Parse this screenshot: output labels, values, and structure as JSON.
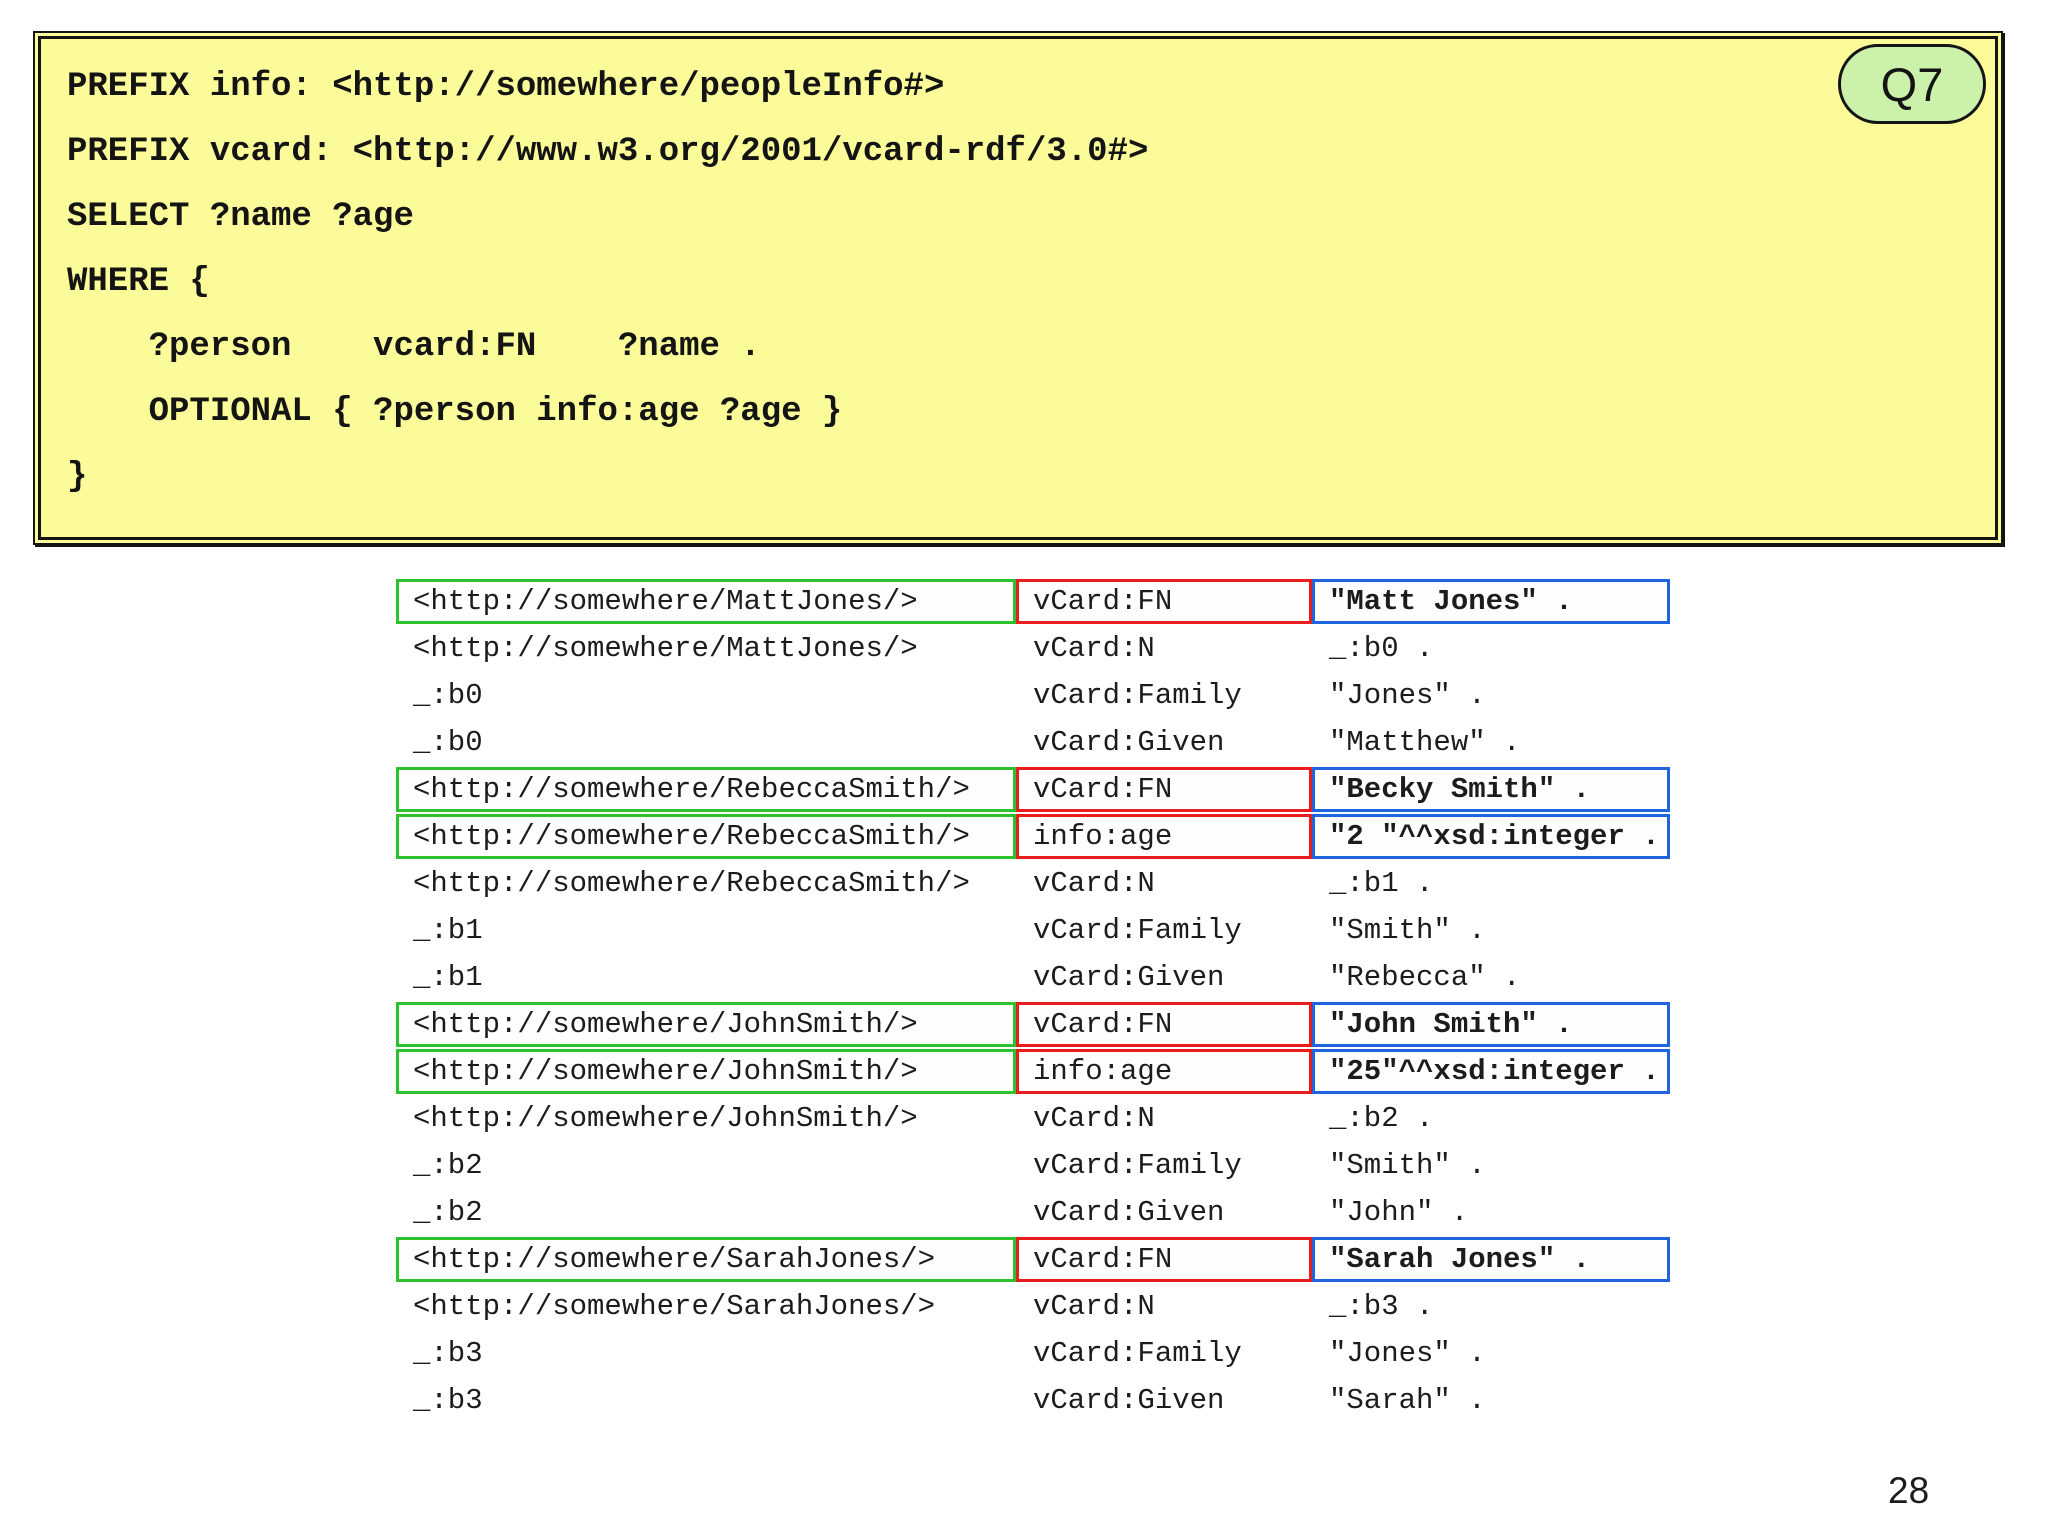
{
  "colors": {
    "box_fill": "#FBFB99",
    "badge_fill": "#CCF1AA",
    "subject_border": "#2DC22D",
    "predicate_border": "#E81E1E",
    "object_border": "#1E64DC"
  },
  "badge": {
    "label": "Q7"
  },
  "query": {
    "lines": [
      "PREFIX info: <http://somewhere/peopleInfo#>",
      "PREFIX vcard: <http://www.w3.org/2001/vcard-rdf/3.0#>",
      "SELECT ?name ?age",
      "WHERE {",
      "    ?person    vcard:FN    ?name .",
      "    OPTIONAL { ?person info:age ?age }",
      "}"
    ]
  },
  "table": {
    "rows": [
      {
        "subject": "<http://somewhere/MattJones/>",
        "predicate": "vCard:FN",
        "object": "\"Matt Jones\" .",
        "highlighted": true
      },
      {
        "subject": "<http://somewhere/MattJones/>",
        "predicate": "vCard:N",
        "object": "_:b0 .",
        "highlighted": false
      },
      {
        "subject": "_:b0",
        "predicate": "vCard:Family",
        "object": "\"Jones\" .",
        "highlighted": false
      },
      {
        "subject": "_:b0",
        "predicate": "vCard:Given",
        "object": "\"Matthew\" .",
        "highlighted": false
      },
      {
        "subject": "<http://somewhere/RebeccaSmith/>",
        "predicate": "vCard:FN",
        "object": "\"Becky Smith\" .",
        "highlighted": true
      },
      {
        "subject": "<http://somewhere/RebeccaSmith/>",
        "predicate": "info:age",
        "object": "\"2 \"^^xsd:integer .",
        "highlighted": true
      },
      {
        "subject": "<http://somewhere/RebeccaSmith/>",
        "predicate": "vCard:N",
        "object": "_:b1 .",
        "highlighted": false
      },
      {
        "subject": "_:b1",
        "predicate": "vCard:Family",
        "object": "\"Smith\" .",
        "highlighted": false
      },
      {
        "subject": "_:b1",
        "predicate": "vCard:Given",
        "object": "\"Rebecca\" .",
        "highlighted": false
      },
      {
        "subject": "<http://somewhere/JohnSmith/>",
        "predicate": "vCard:FN",
        "object": "\"John Smith\" .",
        "highlighted": true
      },
      {
        "subject": "<http://somewhere/JohnSmith/>",
        "predicate": "info:age",
        "object": "\"25\"^^xsd:integer .",
        "highlighted": true
      },
      {
        "subject": "<http://somewhere/JohnSmith/>",
        "predicate": "vCard:N",
        "object": "_:b2 .",
        "highlighted": false
      },
      {
        "subject": "_:b2",
        "predicate": "vCard:Family",
        "object": "\"Smith\" .",
        "highlighted": false
      },
      {
        "subject": "_:b2",
        "predicate": "vCard:Given",
        "object": "\"John\" .",
        "highlighted": false
      },
      {
        "subject": "<http://somewhere/SarahJones/>",
        "predicate": "vCard:FN",
        "object": "\"Sarah Jones\" .",
        "highlighted": true
      },
      {
        "subject": "<http://somewhere/SarahJones/>",
        "predicate": "vCard:N",
        "object": "_:b3 .",
        "highlighted": false
      },
      {
        "subject": "_:b3",
        "predicate": "vCard:Family",
        "object": "\"Jones\" .",
        "highlighted": false
      },
      {
        "subject": "_:b3",
        "predicate": "vCard:Given",
        "object": "\"Sarah\" .",
        "highlighted": false
      }
    ]
  },
  "footer": {
    "page_number": "28"
  }
}
